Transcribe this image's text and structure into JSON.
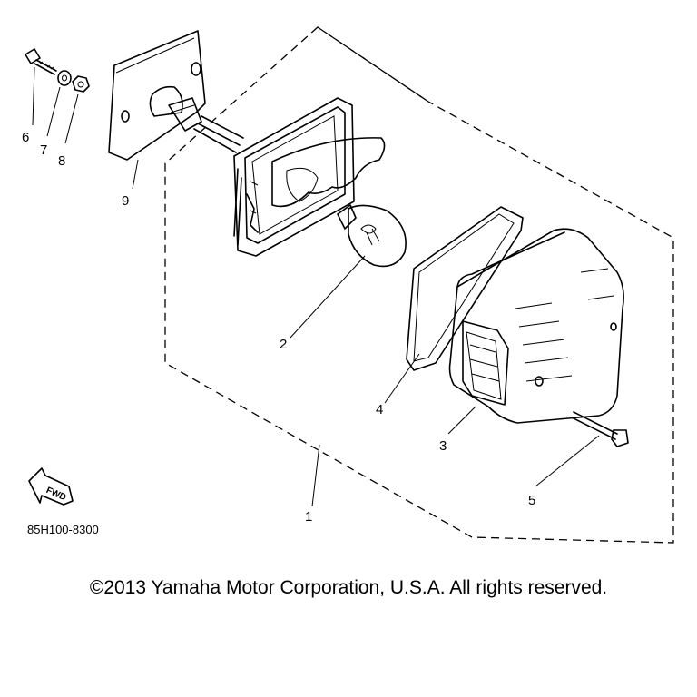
{
  "diagram": {
    "part_code": "85H100-8300",
    "fwd_label": "FWD",
    "callouts": [
      {
        "id": "1",
        "label": "1"
      },
      {
        "id": "2",
        "label": "2"
      },
      {
        "id": "3",
        "label": "3"
      },
      {
        "id": "4",
        "label": "4"
      },
      {
        "id": "5",
        "label": "5"
      },
      {
        "id": "6",
        "label": "6"
      },
      {
        "id": "7",
        "label": "7"
      },
      {
        "id": "8",
        "label": "8"
      },
      {
        "id": "9",
        "label": "9"
      }
    ]
  },
  "footer": {
    "copyright": "©2013 Yamaha Motor Corporation, U.S.A. All rights reserved."
  }
}
